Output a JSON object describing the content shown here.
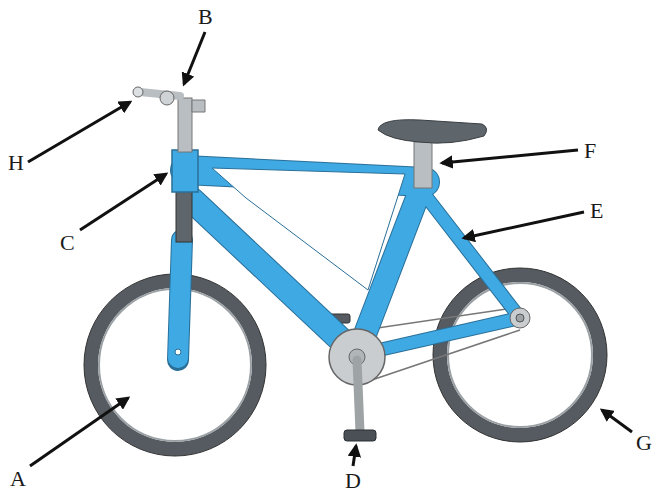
{
  "diagram": {
    "labels": [
      "B",
      "H",
      "F",
      "E",
      "C",
      "A",
      "G",
      "D"
    ]
  }
}
